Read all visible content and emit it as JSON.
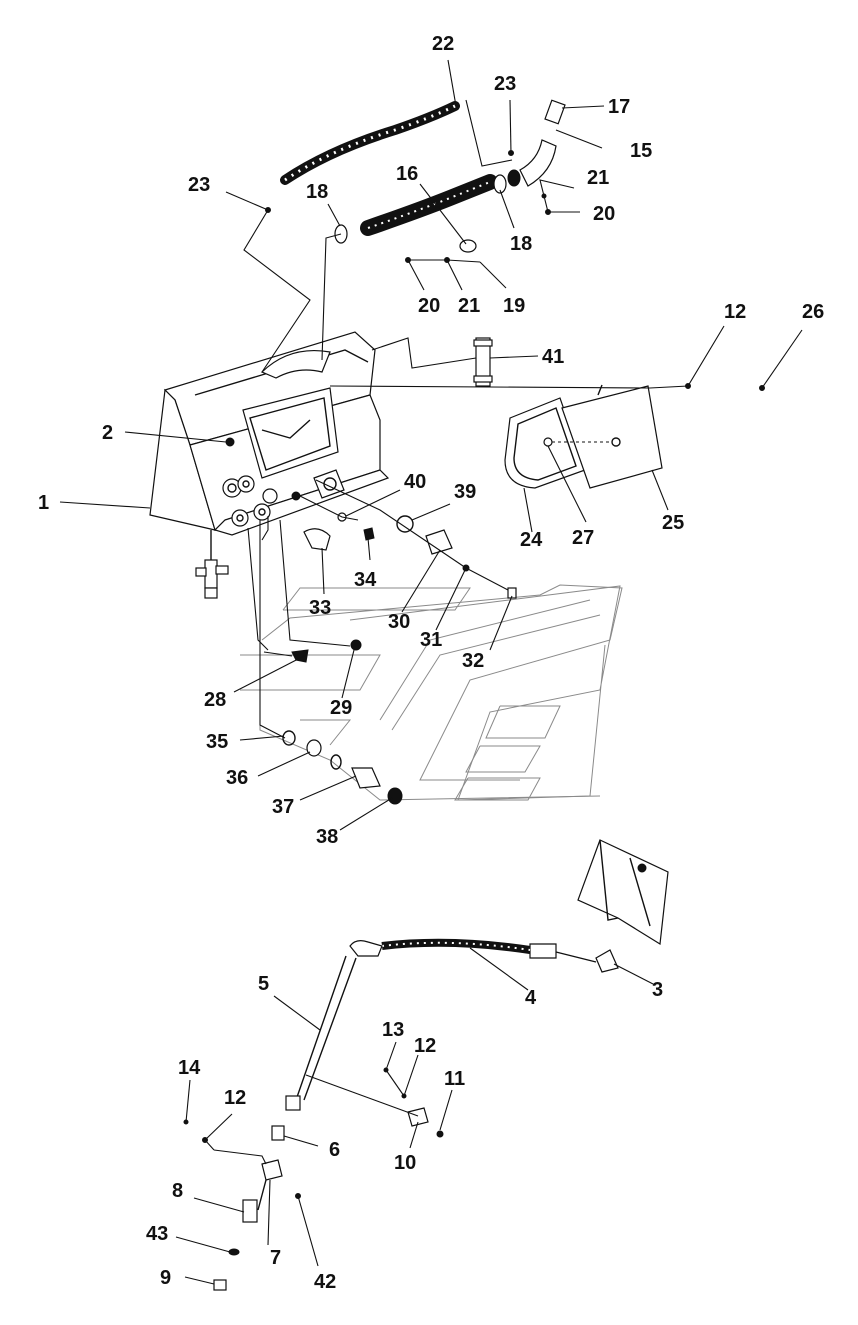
{
  "colors": {
    "background": "#ffffff",
    "ink": "#111111",
    "ghost": "#8a8a8a"
  },
  "labels": {
    "l1": "1",
    "l2": "2",
    "l3": "3",
    "l4": "4",
    "l5": "5",
    "l6": "6",
    "l7": "7",
    "l8": "8",
    "l9": "9",
    "l10": "10",
    "l11": "11",
    "l12a": "12",
    "l12b": "12",
    "l12c": "12",
    "l13": "13",
    "l14": "14",
    "l15": "15",
    "l16": "16",
    "l17": "17",
    "l18a": "18",
    "l18b": "18",
    "l19": "19",
    "l20a": "20",
    "l20b": "20",
    "l21a": "21",
    "l21b": "21",
    "l22": "22",
    "l23a": "23",
    "l23b": "23",
    "l24": "24",
    "l25": "25",
    "l26": "26",
    "l27": "27",
    "l28": "28",
    "l29": "29",
    "l30": "30",
    "l31": "31",
    "l32": "32",
    "l33": "33",
    "l34": "34",
    "l35": "35",
    "l36": "36",
    "l37": "37",
    "l38": "38",
    "l39": "39",
    "l40": "40",
    "l41": "41",
    "l42": "42",
    "l43": "43"
  }
}
